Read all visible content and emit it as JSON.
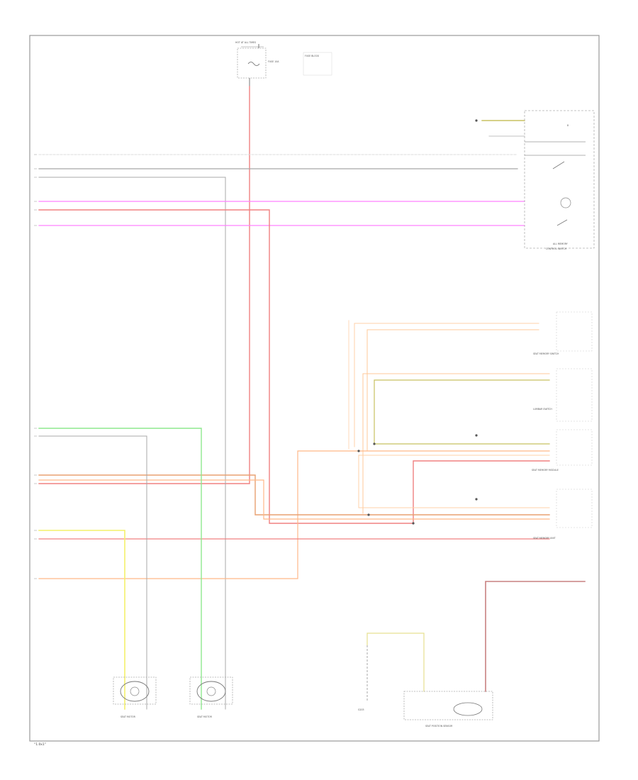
{
  "colors": {
    "background": "#ffffff",
    "frame": "#9a9a9a",
    "red_wire": "#f08080",
    "pink_wire": "#ff80ff",
    "orange_wire": "#ffb888",
    "orange_dark_wire": "#e8a070",
    "yellow_wire": "#f4f06a",
    "green_wire": "#8ee88e",
    "grey_wire": "#a8a8a8",
    "light_wire": "#dcdcdc",
    "olive_wire": "#c8c060",
    "maroon_wire": "#c88080"
  },
  "frame": {
    "footer_label": "“1.0x1”"
  },
  "fuse_block": {
    "top_label": "HOT AT ALL TIMES",
    "fuse_label": "FUSE 10A",
    "side_label": "FUSE BLOCK"
  },
  "power_switch": {
    "label_line1": "ALL MEMORY",
    "label_line2": "CONTROL SWITCH"
  },
  "right_modules": {
    "memory_module_label": "SEAT MEMORY MODULE",
    "adjust_label": "SEAT MEMORY SWITCH",
    "lumbar_label": "LUMBAR SWITCH",
    "seat_memory_unit": "SEAT MEMORY UNIT"
  },
  "bottom_components": {
    "left_motor_label": "SEAT MOTOR",
    "right_motor_label": "SEAT MOTOR",
    "ground_label": "G203",
    "switch_label": "SEAT POSITION SENSOR"
  }
}
